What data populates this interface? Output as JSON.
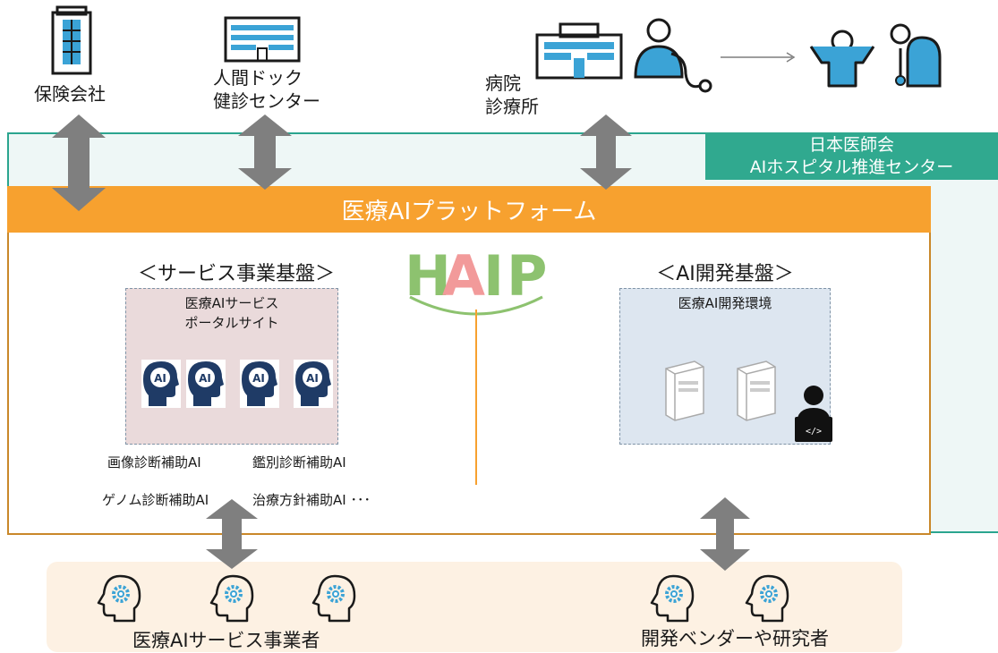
{
  "top_entities": {
    "insurance": "保険会社",
    "dock_line1": "人間ドック",
    "dock_line2": "健診センター",
    "hospital_line1": "病院",
    "hospital_line2": "診療所"
  },
  "org": {
    "line1": "日本医師会",
    "line2": "AIホスピタル推進センター"
  },
  "platform": {
    "title": "医療AIプラットフォーム",
    "logo_letters": [
      "H",
      "A",
      "I",
      "P"
    ]
  },
  "service_section": {
    "title": "＜サービス事業基盤＞",
    "portal_line1": "医療AIサービス",
    "portal_line2": "ポータルサイト",
    "ai_badge": "AI",
    "ai_items": [
      "画像診断補助AI",
      "鑑別診断補助AI",
      "ゲノム診断補助AI",
      "治療方針補助AI ･･･"
    ]
  },
  "dev_section": {
    "title": "＜AI開発基盤＞",
    "env_label": "医療AI開発環境",
    "code_badge": "</>"
  },
  "bottom": {
    "service_providers": "医療AIサービス事業者",
    "vendors": "開発ベンダーや研究者"
  },
  "colors": {
    "teal": "#30a98f",
    "orange": "#f7a12f",
    "arrow_gray": "#7f7f7f",
    "icon_blue": "#3ba3d6",
    "icon_navy": "#1f3b66",
    "logo_green": "#8dc26f",
    "logo_pink": "#f29a9a"
  },
  "icons": [
    "building-icon",
    "dock-building-icon",
    "hospital-icon",
    "doctor-icon",
    "patient-icon",
    "ai-head-icon",
    "server-icon",
    "developer-icon",
    "gear-head-icon"
  ]
}
